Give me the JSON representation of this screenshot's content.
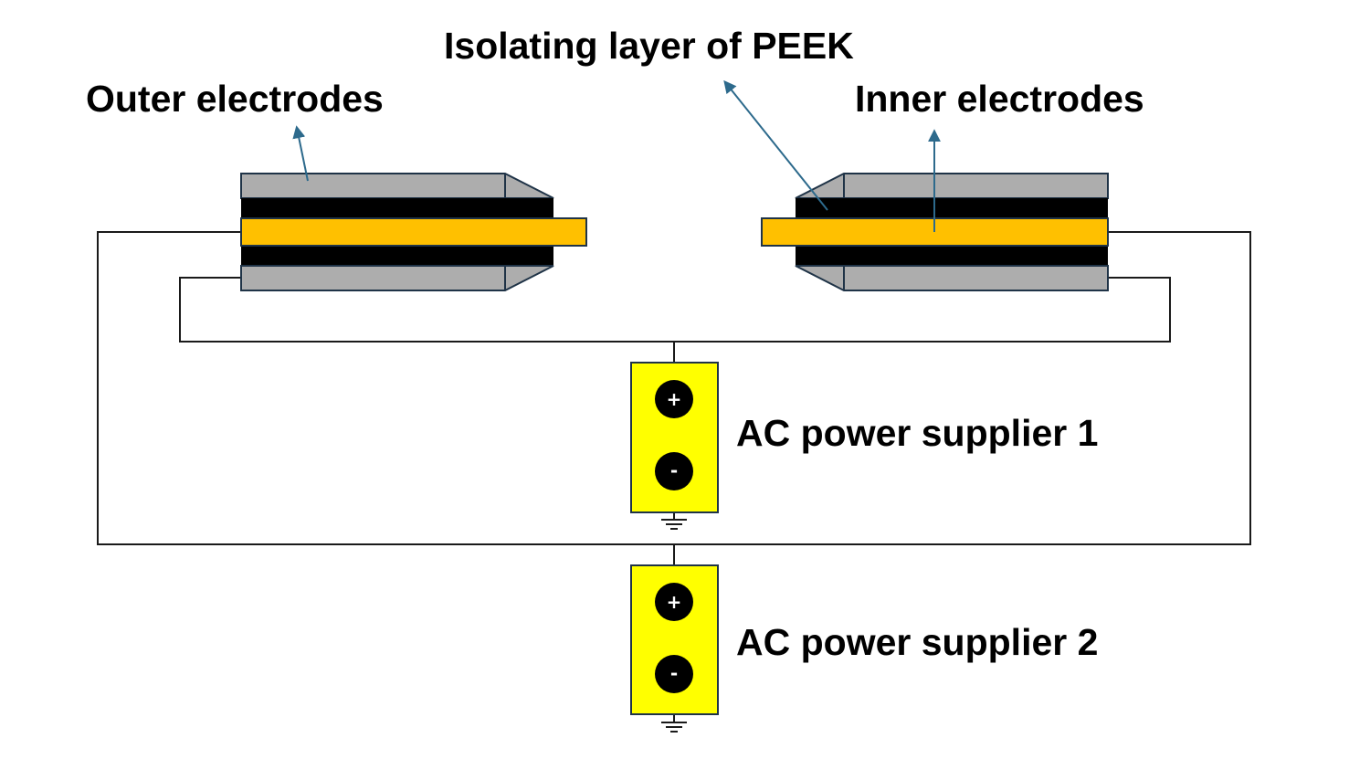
{
  "labels": {
    "outer": "Outer electrodes",
    "isolating": "Isolating layer of PEEK",
    "inner": "Inner electrodes",
    "supply1": "AC power supplier 1",
    "supply2": "AC power supplier 2"
  },
  "terminals": {
    "plus": "+",
    "minus": "-"
  },
  "colors": {
    "outer_electrode": "#adadad",
    "insulator": "#000000",
    "inner_electrode": "#ffc000",
    "power_supply": "#ffff00",
    "pointer_arrow": "#2d6a8c",
    "wire": "#1a1a1a"
  }
}
